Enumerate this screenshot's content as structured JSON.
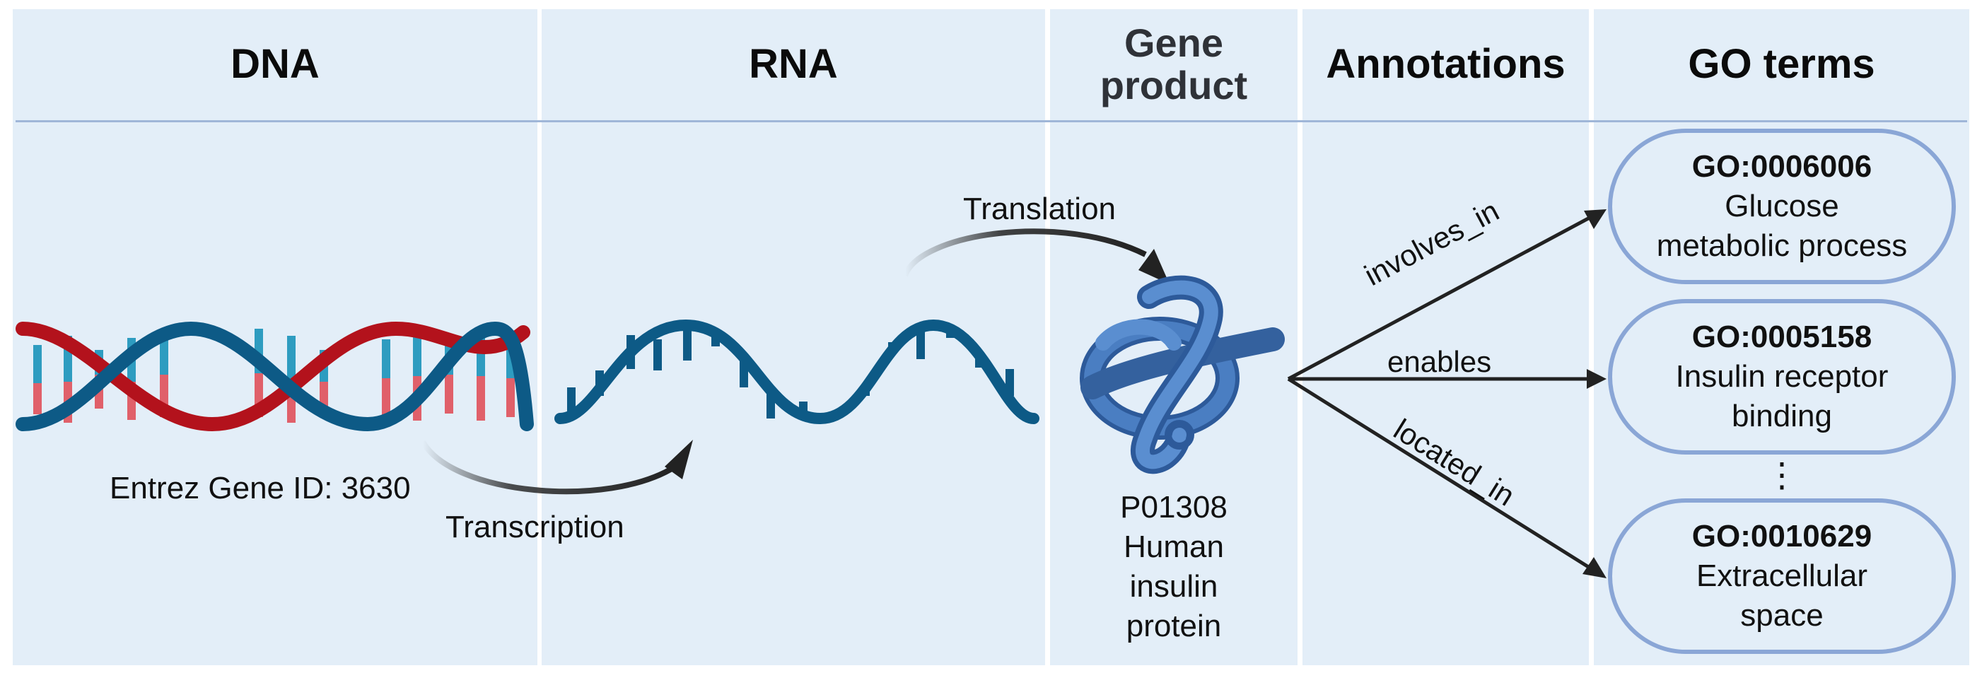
{
  "columns": {
    "dna": "DNA",
    "rna": "RNA",
    "gene_product_line1": "Gene",
    "gene_product_line2": "product",
    "annotations": "Annotations",
    "go_terms": "GO terms"
  },
  "dna_label": "Entrez Gene ID: 3630",
  "transcription_label": "Transcription",
  "translation_label": "Translation",
  "protein": {
    "id": "P01308",
    "name_line1": "Human",
    "name_line2": "insulin",
    "name_line3": "protein"
  },
  "relations": {
    "involves": "involves_in",
    "enables": "enables",
    "located": "located_in"
  },
  "go_terms": [
    {
      "id": "GO:0006006",
      "line1": "Glucose",
      "line2": "metabolic process"
    },
    {
      "id": "GO:0005158",
      "line1": "Insulin receptor",
      "line2": "binding"
    },
    {
      "id": "GO:0010629",
      "line1": "Extracellular",
      "line2": "space"
    }
  ],
  "ellipsis": "⋮",
  "colors": {
    "panel": "#e3eef8",
    "header_rule": "#9fb6d8",
    "strand_blue": "#0d5a86",
    "strand_red": "#b3121c",
    "rung_blue": "#2e9cc0",
    "rung_red": "#e0606a",
    "protein_blue": "#3f6fb0",
    "pill_border": "#8aa6d6",
    "arrow": "#222222"
  }
}
